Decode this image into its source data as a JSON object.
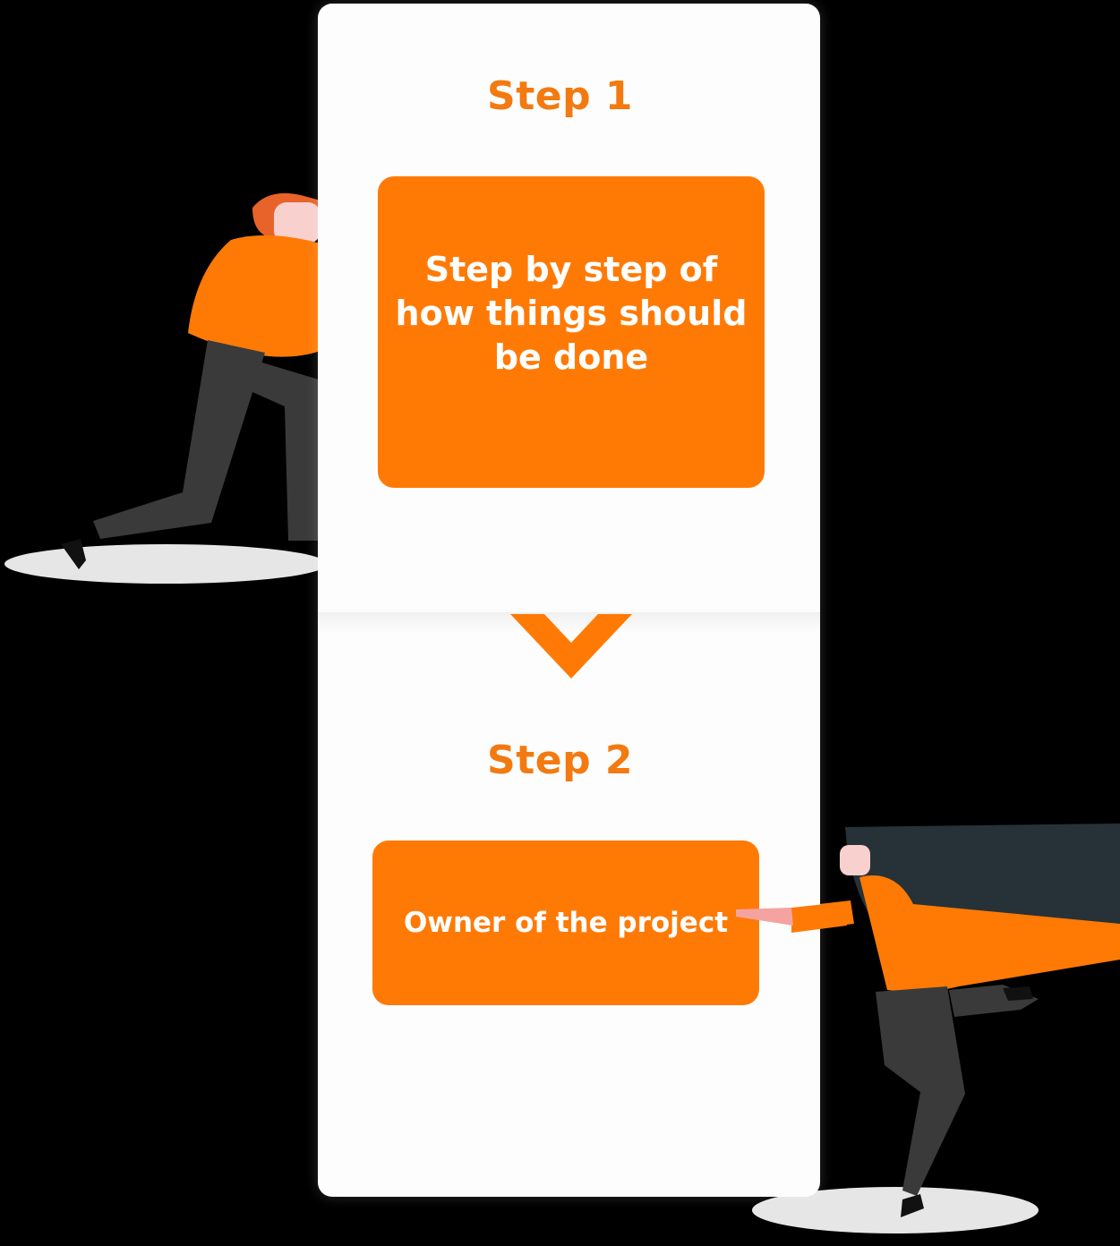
{
  "steps": [
    {
      "title": "Step 1",
      "text": "Step by step of how things should be done"
    },
    {
      "title": "Step 2",
      "text": "Owner of the project"
    }
  ],
  "colors": {
    "accent": "#ff7a05",
    "title": "#f27a10",
    "card": "#fdfdfd",
    "background": "#000000",
    "pants": "#3a3a3a",
    "hair_left": "#e8632a",
    "hair_right": "#263238",
    "skin": "#f4a3a0"
  },
  "icons": {
    "connector": "chevron-down-icon"
  }
}
